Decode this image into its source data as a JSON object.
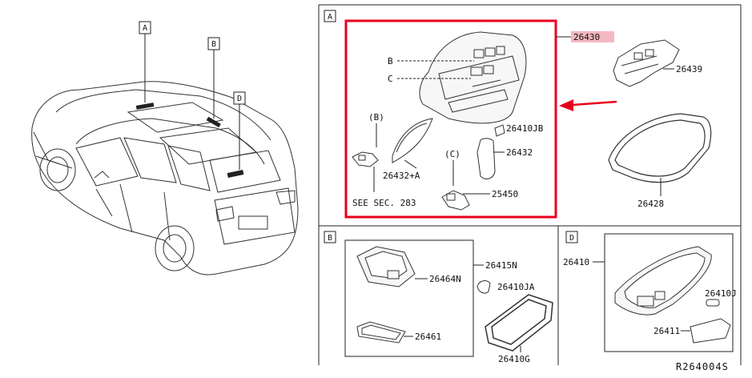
{
  "car_view": {
    "markers": [
      "A",
      "B",
      "D"
    ]
  },
  "panel_a": {
    "letter": "A",
    "part_highlight": "26430",
    "parts": {
      "p26439": "26439",
      "p26410jb": "26410JB",
      "p26432": "26432",
      "p26432a": "26432+A",
      "p25450": "25450",
      "p26428": "26428"
    },
    "callouts": {
      "b": "B",
      "c": "C",
      "b_paren": "(B)",
      "c_paren": "(C)"
    },
    "see_sec": "SEE SEC. 283",
    "colors": {
      "highlight_box": "#e8001c",
      "label_highlight": "#f4b8c0",
      "arrow": "#e8001c"
    }
  },
  "panel_b": {
    "letter": "B",
    "parts": {
      "p26415n": "26415N",
      "p26464n": "26464N",
      "p26410ja": "26410JA",
      "p26461": "26461",
      "p26410g": "26410G"
    }
  },
  "panel_d": {
    "letter": "D",
    "parts": {
      "p26410": "26410",
      "p26410j": "26410J",
      "p26411": "26411"
    }
  },
  "reference_code": "R264004S"
}
